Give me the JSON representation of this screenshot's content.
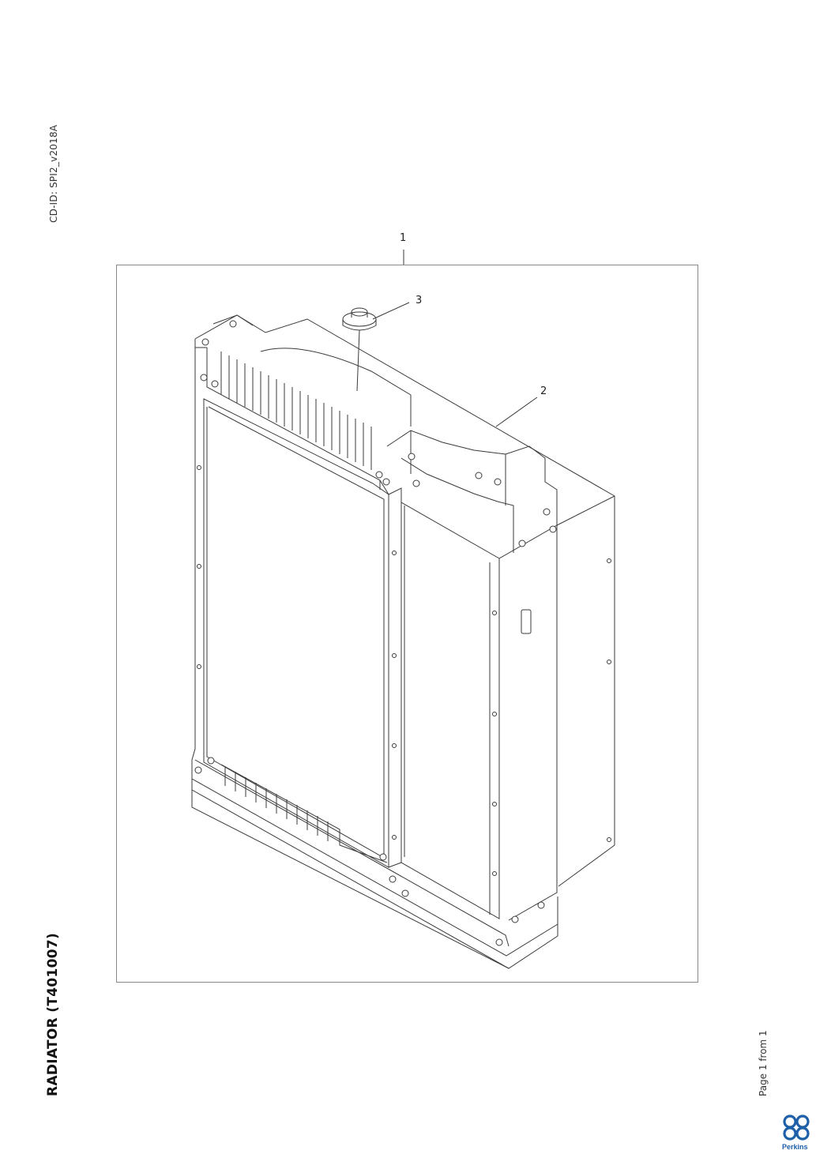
{
  "header": {
    "cd_id": "CD-ID: SPI2_v2018A"
  },
  "document": {
    "title": "RADIATOR (T401007)",
    "page_info": "Page 1 from 1"
  },
  "callouts": {
    "c1": "1",
    "c2": "2",
    "c3": "3"
  },
  "brand": {
    "name": "Perkins",
    "color": "#1d5fa8"
  }
}
